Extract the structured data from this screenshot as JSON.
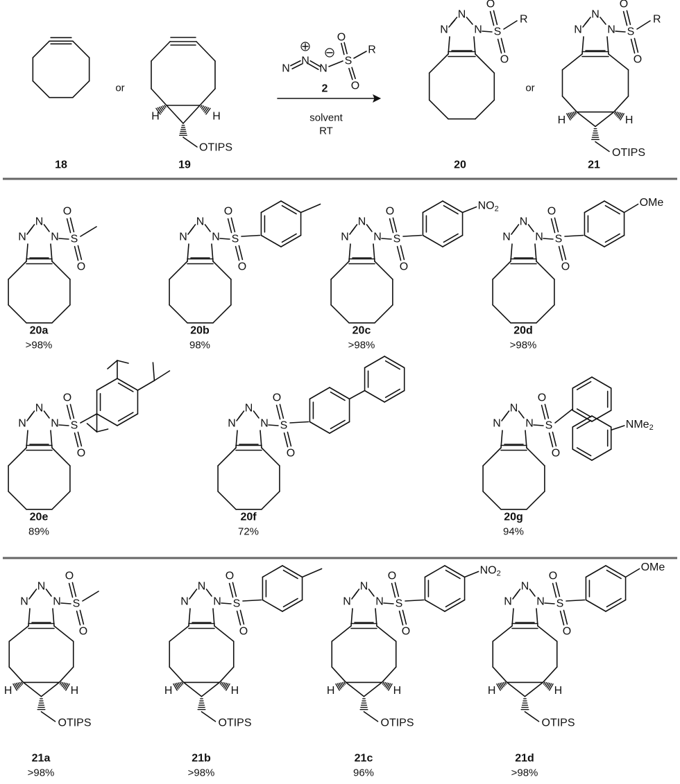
{
  "reaction": {
    "or_label": "or",
    "reagent_number": "2",
    "conditions": [
      "solvent",
      "RT"
    ],
    "reactants": [
      {
        "number": "18"
      },
      {
        "number": "19",
        "substituent": "OTIPS",
        "stereo_h": "H"
      }
    ],
    "products": [
      {
        "number": "20",
        "r_group": "R"
      },
      {
        "number": "21",
        "r_group": "R",
        "substituent": "OTIPS",
        "stereo_h": "H"
      }
    ],
    "reagent_atoms": {
      "n": "N",
      "s": "S",
      "o": "O",
      "r": "R"
    }
  },
  "compounds_20": [
    {
      "id": "20a",
      "yield": ">98%",
      "group": "methyl"
    },
    {
      "id": "20b",
      "yield": "98%",
      "group": "p-tolyl"
    },
    {
      "id": "20c",
      "yield": ">98%",
      "group": "p-nitrophenyl",
      "label": "NO",
      "label_sub": "2"
    },
    {
      "id": "20d",
      "yield": ">98%",
      "group": "p-methoxyphenyl",
      "label": "OMe"
    },
    {
      "id": "20e",
      "yield": "89%",
      "group": "2,4,6-triisopropylphenyl"
    },
    {
      "id": "20f",
      "yield": "72%",
      "group": "biphenyl"
    },
    {
      "id": "20g",
      "yield": "94%",
      "group": "dansyl",
      "label": "NMe",
      "label_sub": "2"
    }
  ],
  "compounds_21": [
    {
      "id": "21a",
      "yield": ">98%",
      "group": "methyl"
    },
    {
      "id": "21b",
      "yield": ">98%",
      "group": "p-tolyl"
    },
    {
      "id": "21c",
      "yield": "96%",
      "group": "p-nitrophenyl",
      "label": "NO",
      "label_sub": "2"
    },
    {
      "id": "21d",
      "yield": ">98%",
      "group": "p-methoxyphenyl",
      "label": "OMe"
    }
  ],
  "common": {
    "otips": "OTIPS",
    "h": "H",
    "n": "N",
    "s": "S",
    "o": "O"
  }
}
